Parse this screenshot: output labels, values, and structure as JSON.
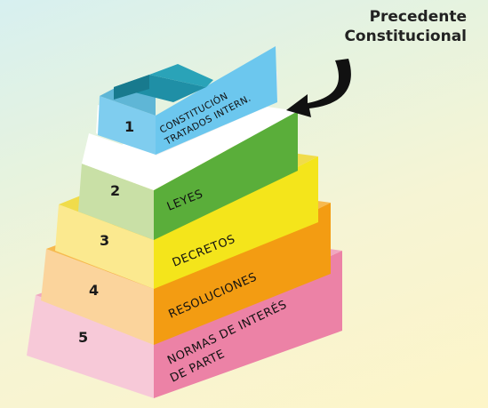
{
  "callout": {
    "line1": "Precedente",
    "line2": "Constitucional"
  },
  "levels": [
    {
      "number": "1",
      "label_line1": "CONSTITUCIÓN",
      "label_line2": "TRATADOS INTERN."
    },
    {
      "number": "2",
      "label_line1": "LEYES"
    },
    {
      "number": "3",
      "label_line1": "DECRETOS"
    },
    {
      "number": "4",
      "label_line1": "RESOLUCIONES"
    },
    {
      "number": "5",
      "label_line1": "NORMAS DE INTERÉS",
      "label_line2": "DE PARTE"
    }
  ],
  "colors": {
    "level1": "#6cc7ee",
    "level2": "#5aae3a",
    "level3": "#f4e51b",
    "level4": "#f4a21a",
    "level5": "#ec82a6",
    "cap": "#1f8fa6"
  }
}
